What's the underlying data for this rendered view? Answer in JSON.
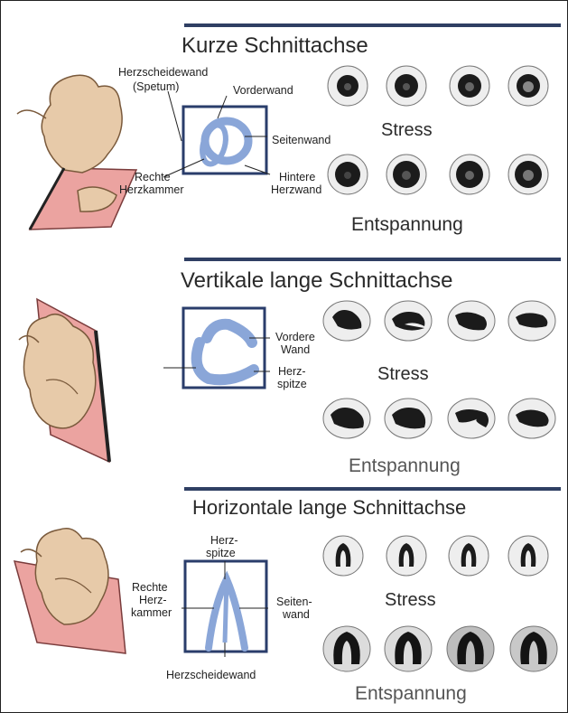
{
  "sections": [
    {
      "id": "kurz",
      "title": "Kurze Schnittachse",
      "labels": {
        "septum": "Herzscheidewand",
        "septum2": "(Spetum)",
        "vorderwand": "Vorderwand",
        "seitenwand": "Seitenwand",
        "rechte": "Rechte",
        "herzkammer": "Herzkammer",
        "hintere": "Hintere",
        "herzwand": "Herzwand"
      },
      "stress_label": "Stress",
      "rest_label": "Entspannung",
      "scan_shape": "ring"
    },
    {
      "id": "vertikal",
      "title": "Vertikale lange Schnittachse",
      "labels": {
        "vordere": "Vordere",
        "wand": "Wand",
        "herz": "Herz-",
        "spitze": "spitze"
      },
      "stress_label": "Stress",
      "rest_label": "Entspannung",
      "scan_shape": "horseshoe"
    },
    {
      "id": "horizontal",
      "title": "Horizontale lange Schnittachse",
      "labels": {
        "herz": "Herz-",
        "spitze": "spitze",
        "rechte": "Rechte",
        "herzk": "Herz-",
        "kammer": "kammer",
        "seiten": "Seiten-",
        "wand": "wand",
        "septum": "Herzscheidewand"
      },
      "stress_label": "Stress",
      "rest_label": "Entspannung",
      "scan_shape": "vertical-u"
    }
  ],
  "colors": {
    "rule": "#2f3f63",
    "diagram_blue": "#8aa6d8",
    "diagram_box": "#2a3d6b",
    "plane_pink": "#eba3a0",
    "heart_tan": "#e7caa9"
  }
}
